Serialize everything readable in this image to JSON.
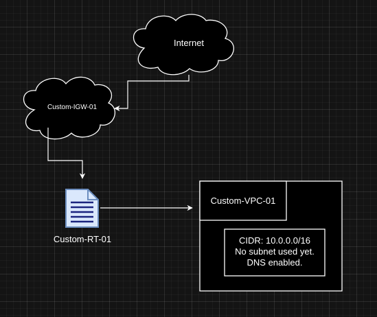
{
  "nodes": {
    "internet": {
      "label": "Internet"
    },
    "igw": {
      "label": "Custom-IGW-01"
    },
    "route_table": {
      "label": "Custom-RT-01",
      "icon": "document-icon"
    },
    "vpc": {
      "label": "Custom-VPC-01",
      "details": [
        "CIDR: 10.0.0.0/16",
        "No subnet used yet.",
        "DNS enabled."
      ]
    }
  },
  "colors": {
    "background": "#141414",
    "stroke": "#ffffff",
    "fill": "#000000",
    "document_fill": "#dae8fc",
    "document_stroke": "#6c8ebf",
    "document_lines": "#1a237e"
  }
}
